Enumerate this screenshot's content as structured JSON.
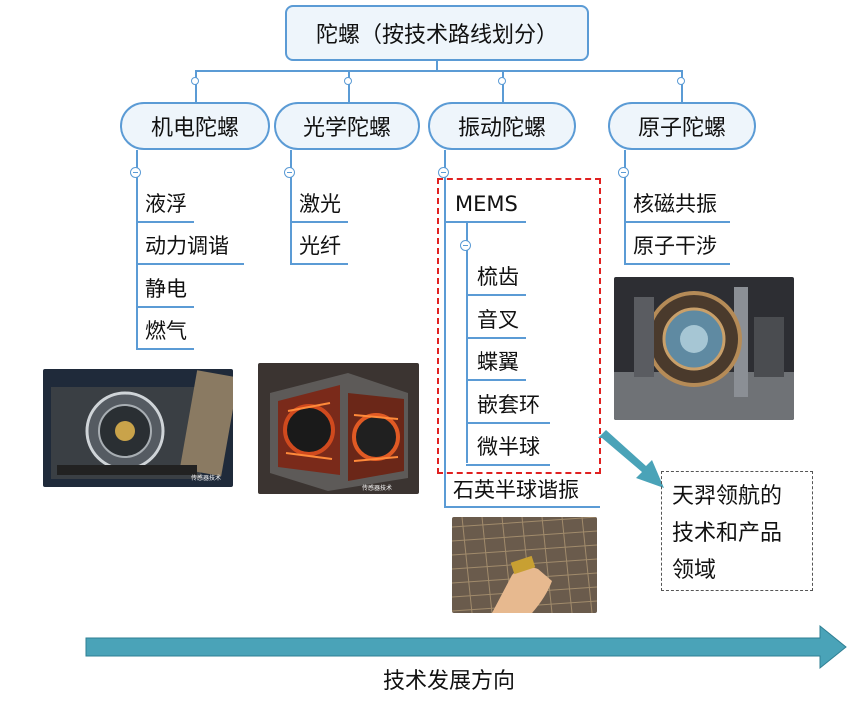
{
  "root": {
    "label": "陀螺（按技术路线划分）"
  },
  "categories": [
    {
      "id": "electromech",
      "label": "机电陀螺",
      "children": [
        "液浮",
        "动力调谐",
        "静电",
        "燃气"
      ]
    },
    {
      "id": "optical",
      "label": "光学陀螺",
      "children": [
        "激光",
        "光纤"
      ]
    },
    {
      "id": "vibration",
      "label": "振动陀螺",
      "mems": {
        "label": "MEMS",
        "children": [
          "梳齿",
          "音叉",
          "蝶翼",
          "嵌套环",
          "微半球"
        ]
      },
      "children_after": [
        "石英半球谐振"
      ]
    },
    {
      "id": "atomic",
      "label": "原子陀螺",
      "children": [
        "核磁共振",
        "原子干涉"
      ]
    }
  ],
  "callout": {
    "lines": [
      "天羿领航的",
      "技术和产品",
      "领域"
    ]
  },
  "photos": {
    "electromech_watermark": "传感器技术",
    "optical_watermark": "传感器技术"
  },
  "axis": {
    "label": "技术发展方向"
  },
  "colors": {
    "node_border": "#5b9bd5",
    "node_fill": "#eef5fb",
    "highlight": "#e02020",
    "arrow": "#4aa3b8"
  }
}
